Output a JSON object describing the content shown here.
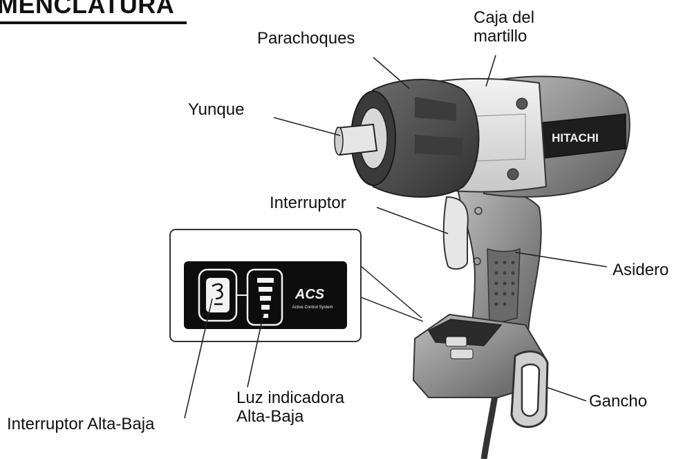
{
  "title": "MENCLATURA",
  "labels": {
    "caja_del_martillo": [
      "Caja del",
      "martillo"
    ],
    "parachoques": "Parachoques",
    "yunque": "Yunque",
    "interruptor": "Interruptor",
    "asidero": "Asidero",
    "gancho": "Gancho",
    "luz_indicadora": [
      "Luz indicadora",
      "Alta-Baja"
    ],
    "interruptor_alta_baja": "Interruptor Alta-Baja"
  },
  "panel": {
    "logo": "ACS",
    "logo_sub": "Active Control System"
  },
  "brand": "HITACHI",
  "colors": {
    "ink": "#111111",
    "body_gray": "#8a8a8a",
    "dark_gray": "#4a4a4a",
    "light_gray": "#d9d9d9",
    "panel_black": "#0d0d0d"
  }
}
